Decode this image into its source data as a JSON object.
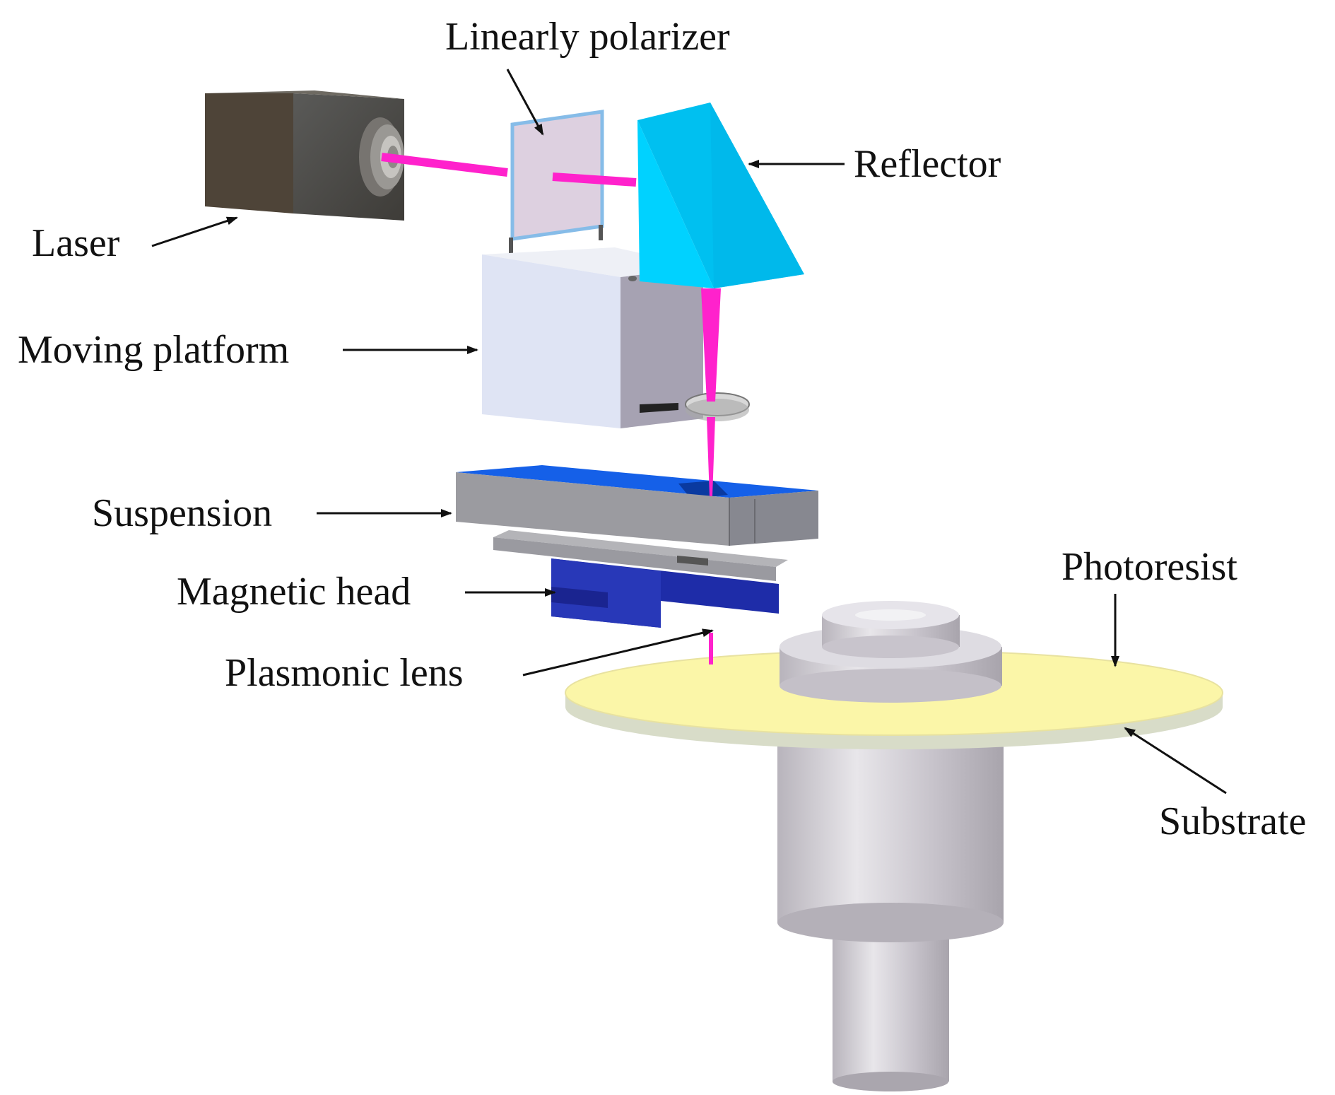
{
  "labels": {
    "linear_polarizer": "Linearly polarizer",
    "reflector": "Reflector",
    "laser": "Laser",
    "moving_platform": "Moving platform",
    "suspension": "Suspension",
    "magnetic_head": "Magnetic head",
    "plasmonic_lens": "Plasmonic lens",
    "photoresist": "Photoresist",
    "substrate": "Substrate"
  },
  "colors": {
    "laser_beam": "#ff22cc",
    "reflector": "#00c8f8",
    "suspension_top": "#1560e8",
    "magnetic_head": "#1e2ca8",
    "photoresist": "#fbf6a8",
    "substrate_edge": "#d8dcc8",
    "platform": "#dde4f4",
    "laser_body": "#4a4a48",
    "spindle": "#c8c4cc"
  }
}
